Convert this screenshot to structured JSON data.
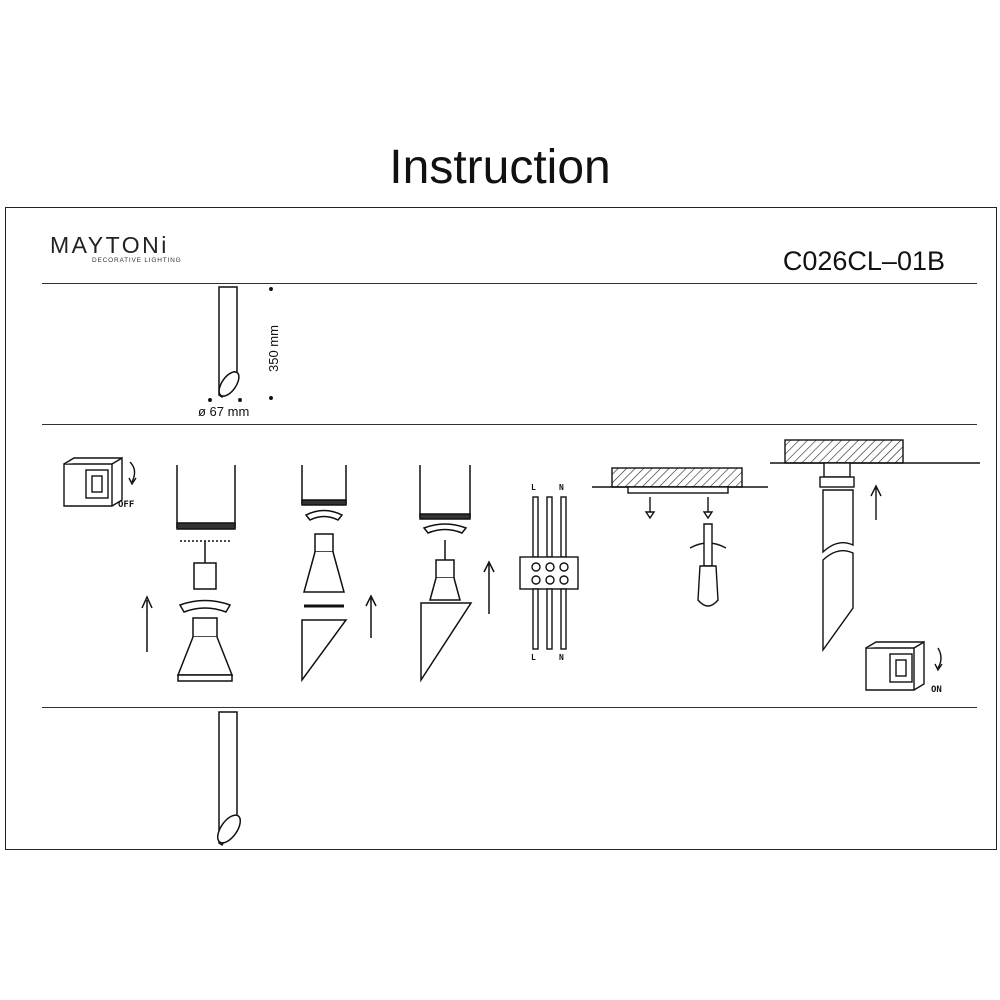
{
  "header": {
    "title": "Instruction"
  },
  "brand": {
    "logo_text": "MAYTONi",
    "tagline": "DECORATIVE LIGHTING"
  },
  "product": {
    "model": "C026CL–01B"
  },
  "dimensions": {
    "height": "350 mm",
    "diameter": "ø 67 mm"
  },
  "steps": {
    "switch_off_label": "OFF",
    "switch_on_label": "ON",
    "terminal_top": [
      "L",
      "N"
    ],
    "terminal_bottom": [
      "L",
      "N"
    ]
  },
  "colors": {
    "line": "#111111",
    "background": "#ffffff"
  }
}
